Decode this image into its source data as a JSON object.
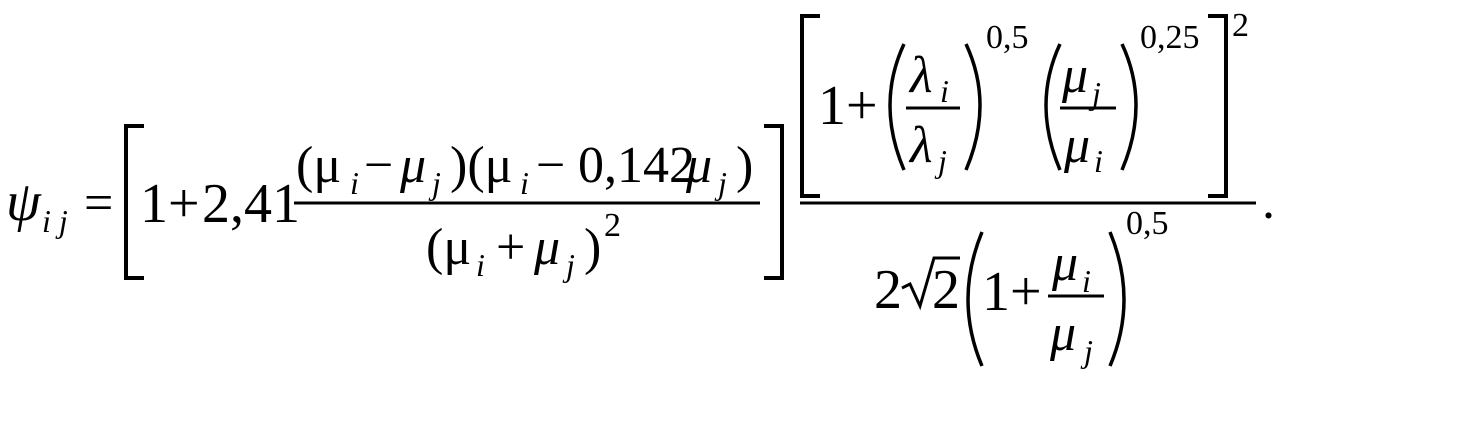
{
  "formula": {
    "lhs": {
      "symbol": "ψ",
      "subscript": "i j"
    },
    "equals": "=",
    "first_bracket": {
      "one": "1",
      "plus": "+",
      "coefficient": "2,41",
      "numerator_part1": "(μ",
      "numerator_sub_i1": "i",
      "numerator_minus1": "−",
      "numerator_mu_j1": "μ",
      "numerator_sub_j1": "j",
      "numerator_part2": ")(μ",
      "numerator_sub_i2": "i",
      "numerator_minus2": "−",
      "numerator_const": "0,142",
      "numerator_mu_j2": "μ",
      "numerator_sub_j2": "j",
      "numerator_close": ")",
      "denominator_open": "(μ",
      "denominator_sub_i": "i",
      "denominator_plus": "+",
      "denominator_mu_j": "μ",
      "denominator_sub_j": "j",
      "denominator_close": ")",
      "denominator_exponent": "2"
    },
    "second_fraction": {
      "numerator": {
        "one": "1",
        "plus": "+",
        "lambda_top": "λ",
        "lambda_top_sub": "i",
        "lambda_bottom": "λ",
        "lambda_bottom_sub": "j",
        "exponent1": "0,5",
        "mu_top": "μ",
        "mu_top_sub": "j",
        "mu_bottom": "μ",
        "mu_bottom_sub": "i",
        "exponent2": "0,25",
        "outer_exponent": "2"
      },
      "denominator": {
        "two": "2",
        "sqrt_radicand": "2",
        "one": "1",
        "plus": "+",
        "mu_top": "μ",
        "mu_top_sub": "i",
        "mu_bottom": "μ",
        "mu_bottom_sub": "j",
        "exponent": "0,5"
      }
    },
    "period": "."
  }
}
